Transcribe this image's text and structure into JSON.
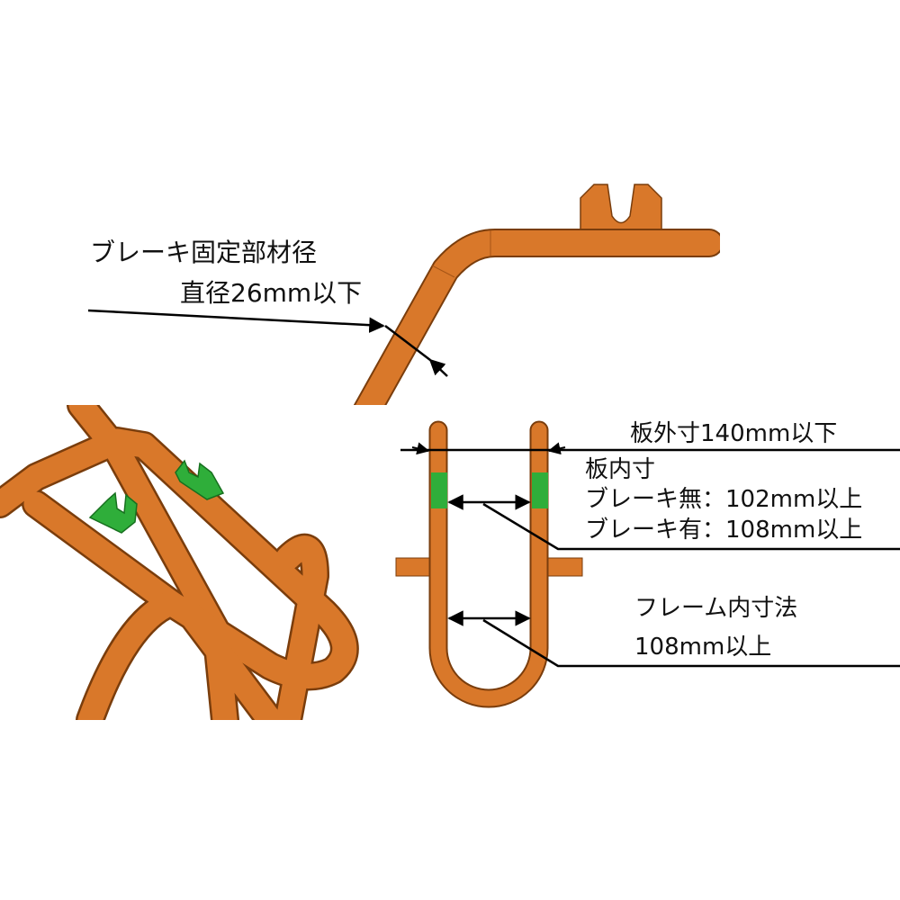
{
  "labels": {
    "brake_member": "ブレーキ固定部材径",
    "brake_diameter": "直径26mm以下",
    "plate_outer": "板外寸140mm以下",
    "plate_inner_title": "板内寸",
    "no_brake": "ブレーキ無：102mm以上",
    "with_brake": "ブレーキ有：108mm以上",
    "frame_inner_title": "フレーム内寸法",
    "frame_inner_value": "108mm以上"
  },
  "colors": {
    "frame": "#d9782a",
    "frame_dark": "#7a3d0c",
    "plate": "#2fae3a"
  }
}
